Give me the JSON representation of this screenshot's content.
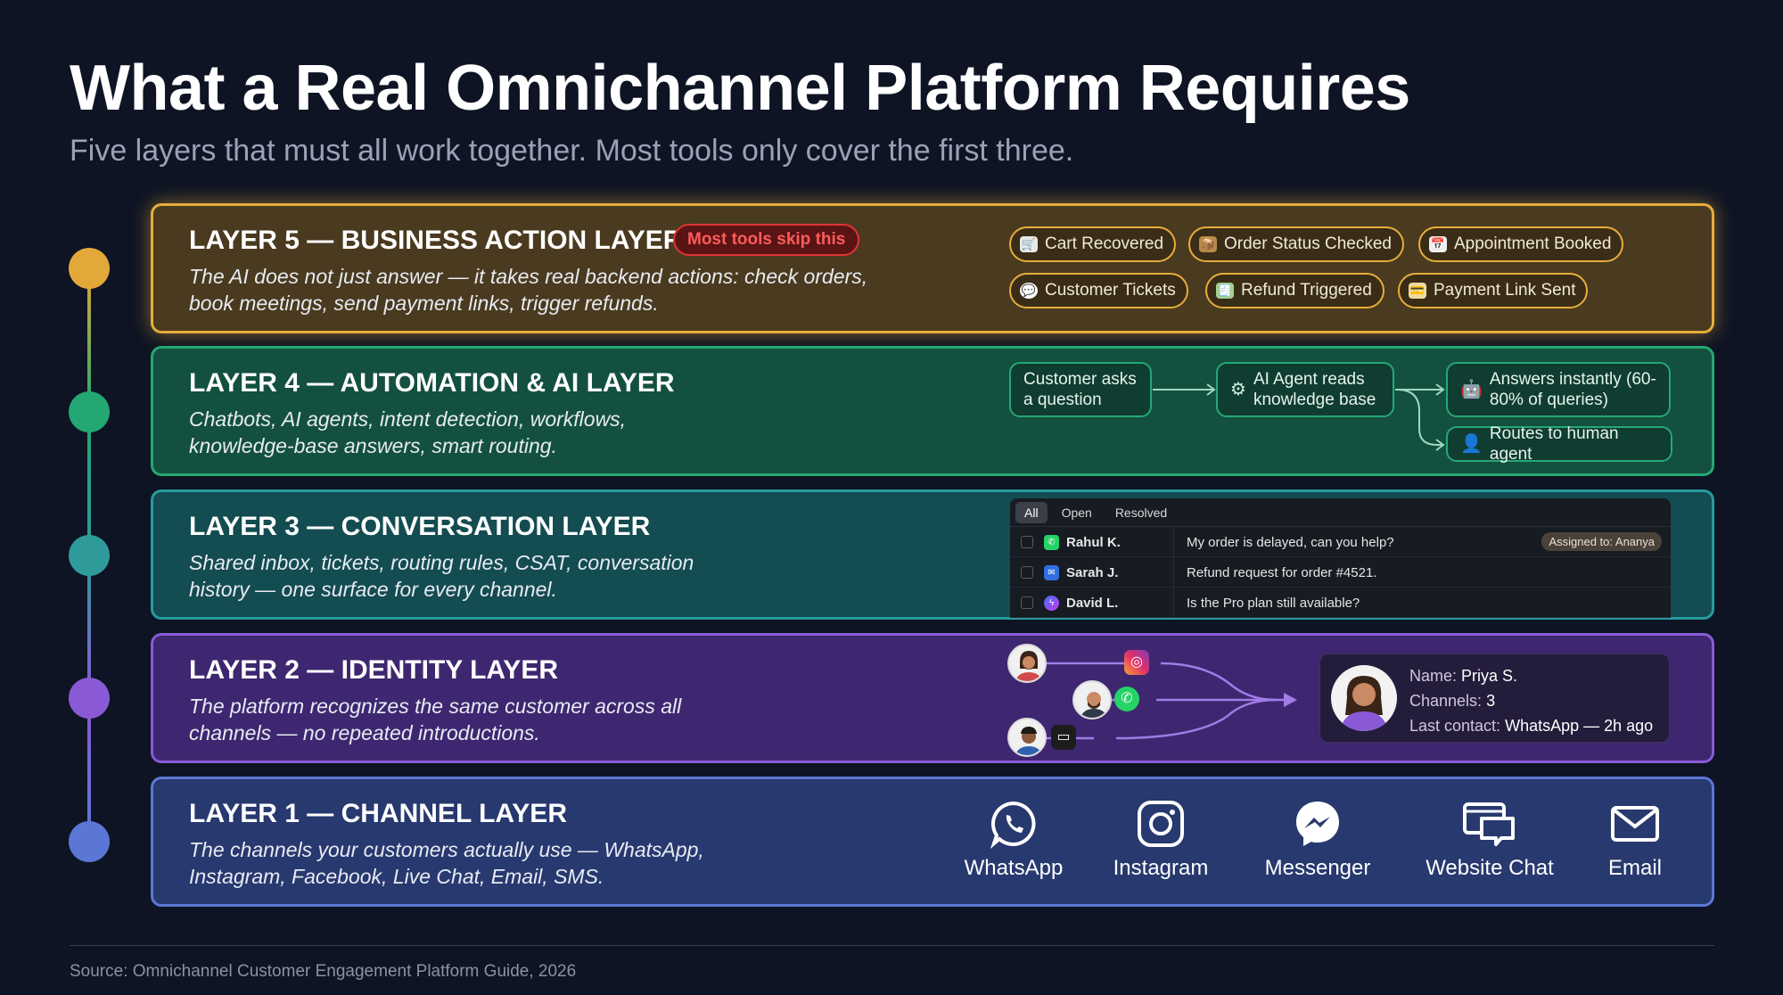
{
  "header": {
    "title": "What a Real Omnichannel Platform Requires",
    "subtitle": "Five layers that must all work together. Most tools only cover the first three."
  },
  "colors": {
    "layer5": "#e7ad3a",
    "layer4": "#25a873",
    "layer3": "#279c9c",
    "layer2": "#8a5ad6",
    "layer1": "#5b78d6",
    "badge": "#e13434",
    "background": "#0e1423"
  },
  "layers": {
    "l5": {
      "title": "LAYER 5 — BUSINESS ACTION LAYER",
      "badge": "Most tools skip this",
      "desc": "The AI does not just answer — it takes real backend actions: check orders, book meetings, send payment links, trigger refunds.",
      "chips": [
        {
          "label": "Cart Recovered",
          "icon": "cart-icon"
        },
        {
          "label": "Order Status Checked",
          "icon": "package-icon"
        },
        {
          "label": "Appointment Booked",
          "icon": "calendar-icon"
        },
        {
          "label": "Customer Tickets",
          "icon": "chat-icon"
        },
        {
          "label": "Refund Triggered",
          "icon": "receipt-icon"
        },
        {
          "label": "Payment Link Sent",
          "icon": "card-icon"
        }
      ]
    },
    "l4": {
      "title": "LAYER 4 — AUTOMATION & AI LAYER",
      "desc": "Chatbots, AI agents, intent detection, workflows, knowledge-base answers, smart routing.",
      "flow": {
        "step1": "Customer asks a question",
        "step2": "AI Agent reads knowledge base",
        "out1": "Answers instantly (60-80% of queries)",
        "out2": "Routes to human agent"
      }
    },
    "l3": {
      "title": "LAYER 3 — CONVERSATION LAYER",
      "desc": "Shared inbox, tickets, routing rules, CSAT, conversation history — one surface for every channel.",
      "inbox": {
        "tabs": [
          "All",
          "Open",
          "Resolved"
        ],
        "rows": [
          {
            "name": "Rahul K.",
            "message": "My order is delayed, can you help?",
            "assigned": "Assigned to: Ananya",
            "channel": "whatsapp"
          },
          {
            "name": "Sarah J.",
            "message": "Refund request for order #4521.",
            "assigned": "",
            "channel": "email"
          },
          {
            "name": "David L.",
            "message": "Is the Pro plan still available?",
            "assigned": "",
            "channel": "messenger"
          }
        ]
      }
    },
    "l2": {
      "title": "LAYER 2 — IDENTITY LAYER",
      "desc": "The platform recognizes the same customer across all channels — no repeated introductions.",
      "profile": {
        "name_label": "Name:",
        "name_value": "Priya S.",
        "channels_label": "Channels:",
        "channels_value": "3",
        "last_label": "Last contact:",
        "last_value": "WhatsApp — 2h ago"
      }
    },
    "l1": {
      "title": "LAYER 1 — CHANNEL LAYER",
      "desc": "The channels your customers actually use — WhatsApp, Instagram, Facebook, Live Chat, Email, SMS.",
      "channels": [
        "WhatsApp",
        "Instagram",
        "Messenger",
        "Website Chat",
        "Email"
      ]
    }
  },
  "footer": {
    "source": "Source: Omnichannel Customer Engagement Platform Guide, 2026"
  }
}
